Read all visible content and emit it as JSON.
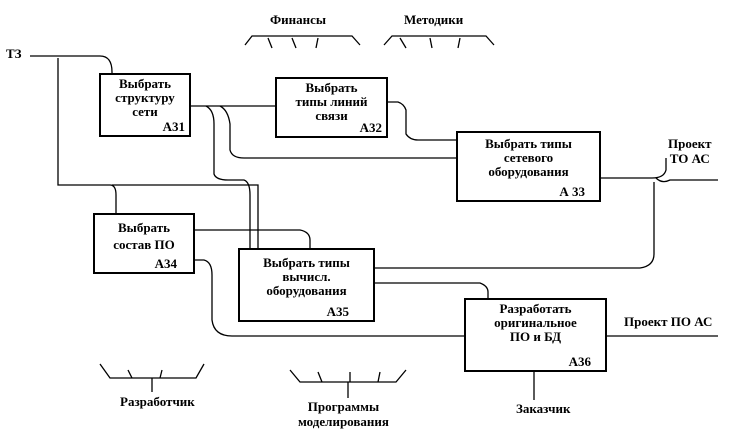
{
  "inputs": {
    "tz": "ТЗ"
  },
  "controls": {
    "finance": "Финансы",
    "methods": "Методики",
    "customer": "Заказчик"
  },
  "mechanisms": {
    "developer": "Разработчик",
    "modeling_1": "Программы",
    "modeling_2": "моделирования"
  },
  "outputs": {
    "to_project_1": "Проект",
    "to_project_2": "ТО АС",
    "po_project": "Проект  ПО АС"
  },
  "boxes": {
    "a31": {
      "lines": [
        "Выбрать",
        "структуру",
        "сети"
      ],
      "id": "А31"
    },
    "a32": {
      "lines": [
        "Выбрать",
        "типы линий",
        "связи"
      ],
      "id": "А32"
    },
    "a33": {
      "lines": [
        "Выбрать типы",
        "сетевого",
        "оборудования"
      ],
      "id": "А 33"
    },
    "a34": {
      "lines": [
        "Выбрать",
        "состав ПО"
      ],
      "id": "А34"
    },
    "a35": {
      "lines": [
        "Выбрать типы",
        "вычисл.",
        "оборудования"
      ],
      "id": "А35"
    },
    "a36": {
      "lines": [
        "Разработать",
        "оригинальное",
        "ПО и БД"
      ],
      "id": "А36"
    }
  }
}
